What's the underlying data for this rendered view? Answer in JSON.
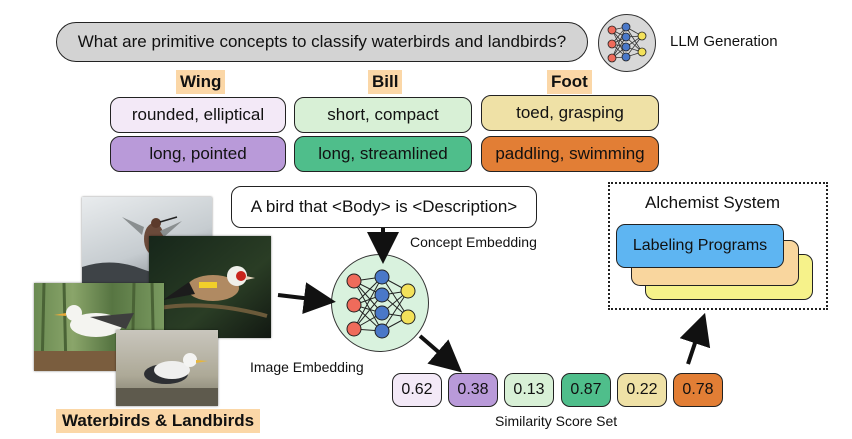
{
  "question": "What are primitive concepts to classify waterbirds and landbirds?",
  "llm_label": "LLM Generation",
  "categories": [
    {
      "name": "Wing",
      "primary": "rounded, elliptical",
      "secondary": "long, pointed"
    },
    {
      "name": "Bill",
      "primary": "short, compact",
      "secondary": "long, streamlined"
    },
    {
      "name": "Foot",
      "primary": "toed, grasping",
      "secondary": "paddling, swimming"
    }
  ],
  "template": "A bird that <Body> is <Description>",
  "concept_embedding": "Concept Embedding",
  "image_embedding": "Image Embedding",
  "dataset_label": "Waterbirds & Landbirds",
  "scores": [
    "0.62",
    "0.38",
    "0.13",
    "0.87",
    "0.22",
    "0.78"
  ],
  "scores_label": "Similarity Score Set",
  "system_title": "Alchemist System",
  "programs_label": "Labeling Programs",
  "colors": {
    "wing_light": "#f3e9f7",
    "wing_dark": "#b99ad9",
    "bill_light": "#d8f0d6",
    "bill_dark": "#4fbe8b",
    "foot_light": "#efe1a6",
    "foot_dark": "#e27e35",
    "program_blue": "#5eb5f2",
    "program_orange": "#f9d69e",
    "program_yellow": "#f6f28a",
    "network_bg": "#d9f2de",
    "highlight": "#fbd7a7"
  }
}
